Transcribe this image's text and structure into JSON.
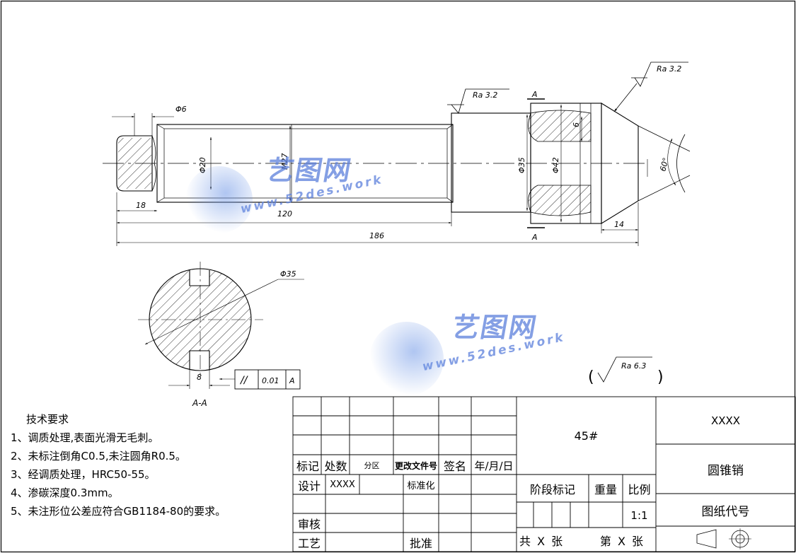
{
  "dims": {
    "d6": "Φ6",
    "d20": "Φ20",
    "m27": "M27",
    "d35_main": "Φ35",
    "d42": "Φ42",
    "d35_sec": "Φ35",
    "w6": "6",
    "l18": "18",
    "l120": "120",
    "l186": "186",
    "l14": "14",
    "a60": "60°",
    "w8": "8",
    "dim_ra_a": "Ra 3.2",
    "dim_ra_b": "Ra 3.2",
    "sec_mark_top": "A",
    "sec_mark_bot": "A"
  },
  "section_label": "A-A",
  "tolerance": {
    "symbol": "//",
    "value": "0.01",
    "datum": "A"
  },
  "general_roughness": "Ra 6.3",
  "tech_req": {
    "title": "技术要求",
    "items": [
      "1、调质处理,表面光滑无毛刺。",
      "2、未标注倒角C0.5,未注圆角R0.5。",
      "3、经调质处理，HRC50-55。",
      "4、渗碳深度0.3mm。",
      "5、未注形位公差应符合GB1184-80的要求。"
    ]
  },
  "title_block": {
    "material": "45#",
    "company": "XXXX",
    "part_name": "圆锥销",
    "drawing_no_label": "图纸代号",
    "rev_headers": [
      "标记",
      "处数",
      "分区",
      "更改文件号",
      "签名",
      "年/月/日"
    ],
    "design_label": "设计",
    "designer": "XXXX",
    "standard_label": "标准化",
    "review_label": "审核",
    "process_label": "工艺",
    "approve_label": "批准",
    "stage_label": "阶段标记",
    "weight_label": "重量",
    "scale_label": "比例",
    "scale_value": "1:1",
    "total_sheets": "共 X 张",
    "sheet_no": "第 X 张"
  },
  "watermark": {
    "cn": "艺图网",
    "en": "www.52des.work"
  }
}
